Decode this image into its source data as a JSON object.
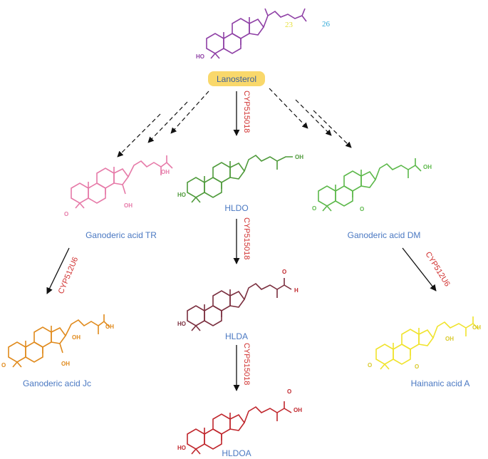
{
  "diagram": {
    "start": {
      "label": "Lanosterol",
      "highlight_color": "#f9d86b",
      "carbon_labels": [
        "23",
        "26"
      ],
      "carbon_colors": [
        "#e6df3a",
        "#2ea7d6"
      ],
      "hydroxyl": "HO"
    },
    "compounds": {
      "ga_tr": {
        "label": "Ganoderic acid TR",
        "color": "#e67aa8",
        "acid": "OH",
        "ketone": "O",
        "hydroxyl": "OH"
      },
      "hldo": {
        "label": "HLDO",
        "color": "#4e9a3a",
        "hydroxyl_head": "HO",
        "hydroxyl_tail": "OH"
      },
      "ga_dm": {
        "label": "Ganoderic acid DM",
        "color": "#5cb84a",
        "acid": "OH",
        "ketone_a": "O",
        "ketone_b": "O"
      },
      "ga_jc": {
        "label": "Ganoderic acid Jc",
        "color": "#e08a1c",
        "acid": "OH",
        "ketone": "O",
        "hydroxyl_a": "OH",
        "hydroxyl_b": "OH"
      },
      "hlda": {
        "label": "HLDA",
        "color": "#7a2e3e",
        "hydroxyl": "HO",
        "aldehyde_o": "O",
        "aldehyde_h": "H"
      },
      "hain_a": {
        "label": "Hainanic acid A",
        "color": "#f0e32c",
        "acid": "OH",
        "ketone_a": "O",
        "ketone_b": "O",
        "hydroxyl": "OH"
      },
      "hldoa": {
        "label": "HLDOA",
        "color": "#c0272d",
        "hydroxyl": "HO",
        "acid": "OH",
        "acid_o": "O"
      }
    },
    "enzymes": {
      "cyp515018": "CYP515018",
      "cyp512u6": "CYP512U6"
    },
    "enzyme_color": "#d0302f",
    "label_color": "#4a78c2",
    "lanosterol_color": "#8e3fa5"
  }
}
